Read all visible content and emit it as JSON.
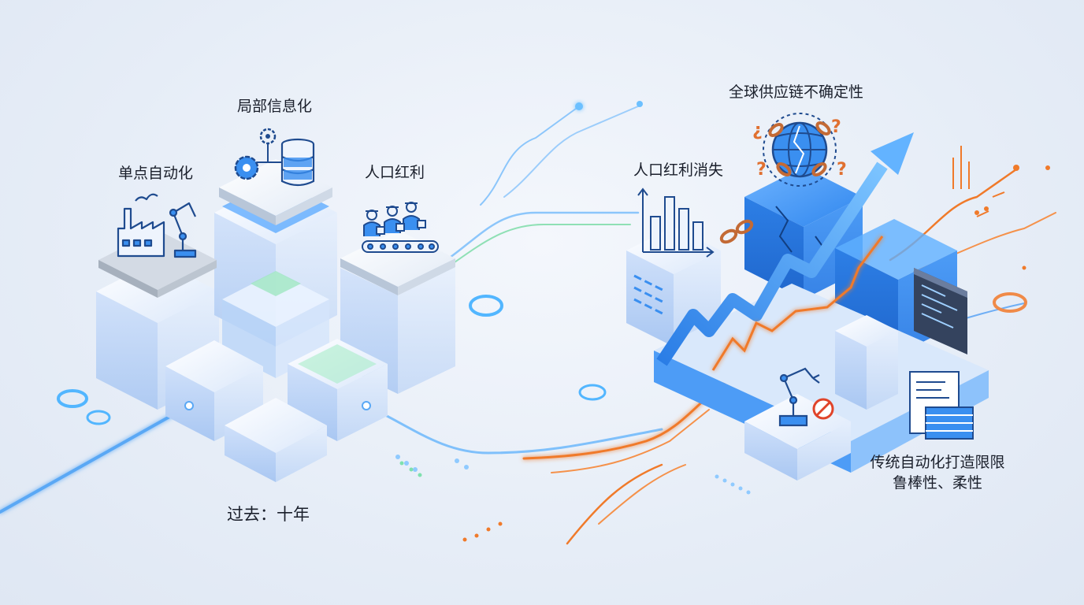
{
  "past": {
    "era_label": "过去：十年",
    "stages": [
      {
        "label": "单点自动化",
        "icon": "factory-robot-arm-icon"
      },
      {
        "label": "局部信息化",
        "icon": "gears-database-icon"
      },
      {
        "label": "人口红利",
        "icon": "workers-conveyor-icon"
      }
    ]
  },
  "present": {
    "challenges": [
      {
        "label": "全球供应链不确定性",
        "icon": "globe-broken-chain-icon"
      },
      {
        "label": "人口红利消失",
        "icon": "bar-chart-icon"
      }
    ],
    "conclusion": {
      "line1": "传统自动化打造限限",
      "line2": "鲁棒性、柔性"
    }
  },
  "colors": {
    "blue": "#3a8ff0",
    "light_blue": "#9fd0ff",
    "orange": "#f07a2a",
    "green": "#6fd6a0",
    "text": "#1a1f2b"
  }
}
